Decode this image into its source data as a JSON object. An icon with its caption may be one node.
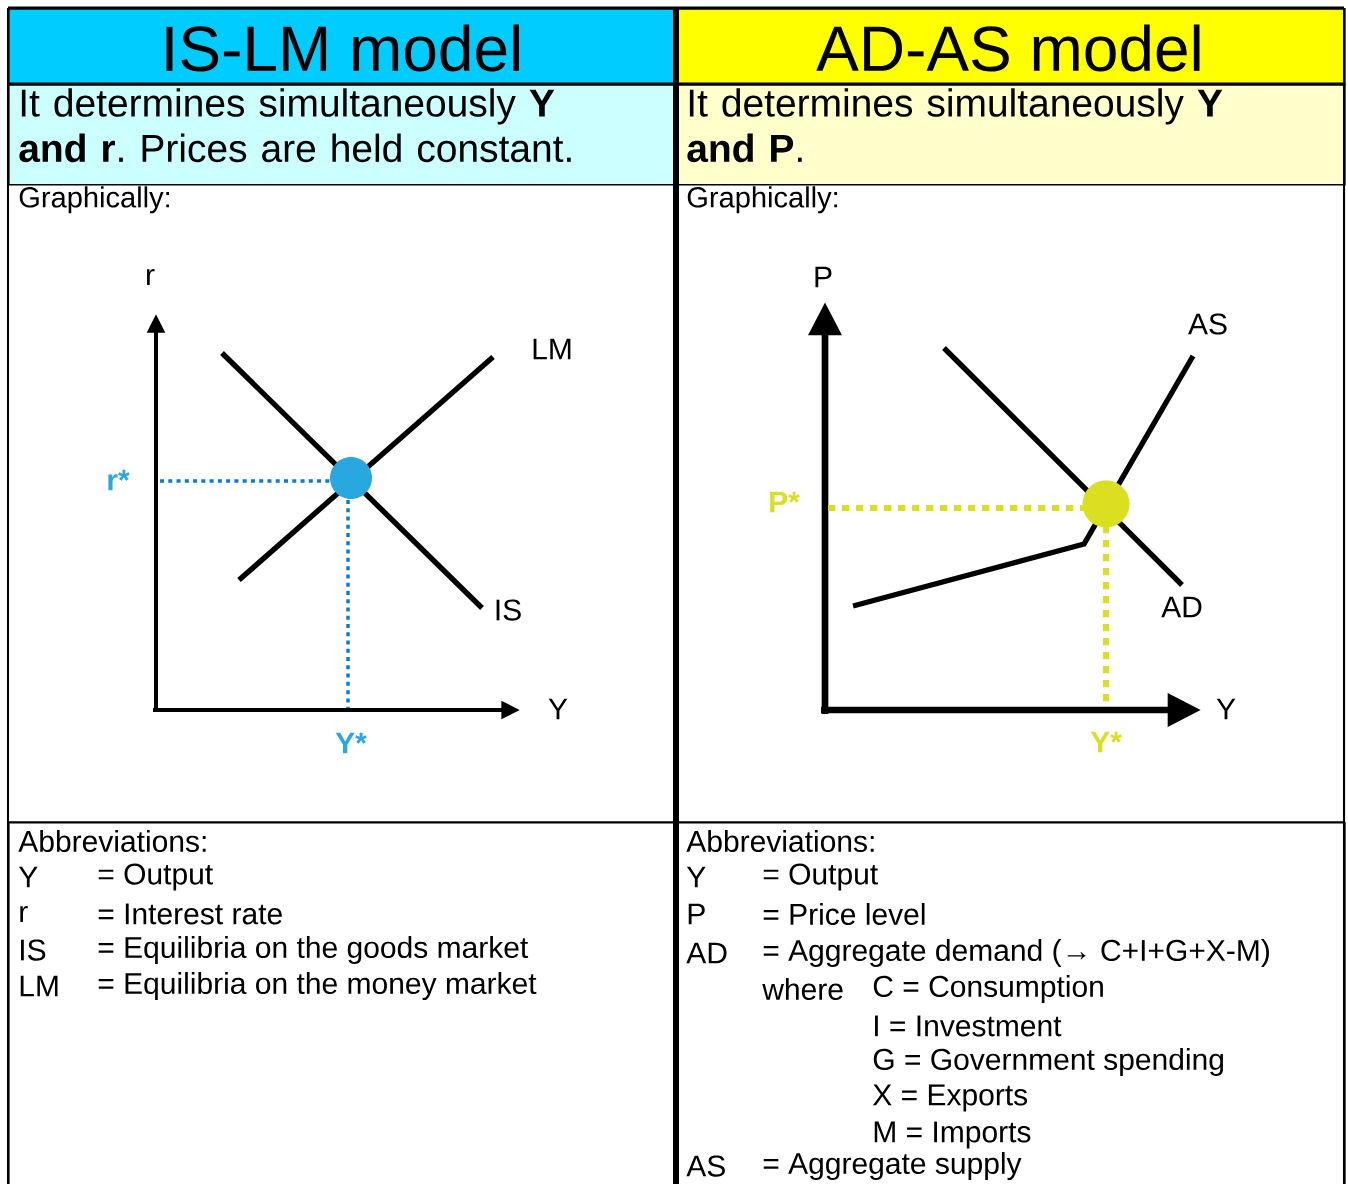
{
  "diagram": {
    "nodes": [
      {
        "text": [
          "IS-LM model"
        ]
      },
      {
        "text": [
          "AD-AS model"
        ]
      },
      {
        "text": [
          "It determines simultaneously **Y and r**. Prices are held constant."
        ]
      },
      {
        "text": [
          "It determines simultaneously **Y and P**."
        ]
      },
      {
        "text": [
          "Graphically:"
        ]
      },
      {
        "text": [
          "Graphically:"
        ]
      },
      {
        "text": [
          "Abbreviations:",
          "Y",
          "= Output",
          "r",
          "= Interest rate",
          "IS",
          "= Equilibria on the goods market",
          "LM",
          "= Equilibria on the money market"
        ]
      },
      {
        "text": [
          "Abbreviations:",
          "Y",
          "= Output",
          "P",
          "= Price level",
          "AD",
          "= Aggregate demand (→ C+I+G+X-M)",
          "where",
          "C = Consumption",
          "I = Investment",
          "G = Government spending",
          "X = Exports",
          "M = Imports",
          "AS",
          "= Aggregate supply"
        ]
      }
    ],
    "labels": [
      "r",
      "LM",
      "r*",
      "IS",
      "Y",
      "Y*",
      "P",
      "AS",
      "P*",
      "AD",
      "Y",
      "Y*"
    ]
  }
}
